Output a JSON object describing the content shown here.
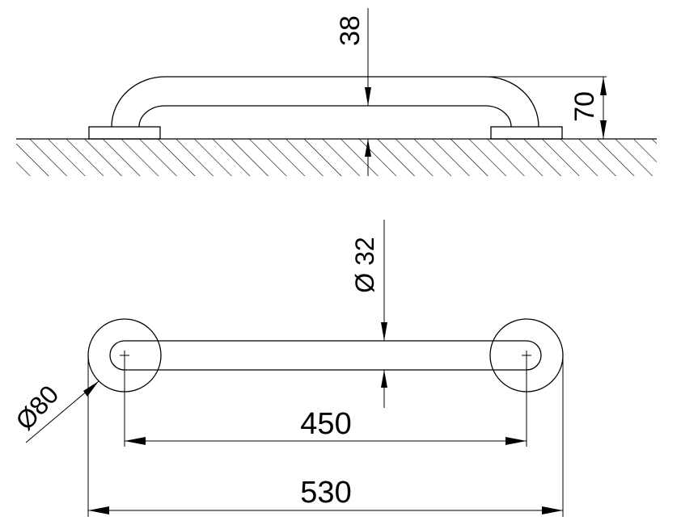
{
  "drawing": {
    "side_view": {
      "dim_diameter_top": "38",
      "dim_height": "70"
    },
    "top_view": {
      "dim_tube_diameter": "Ø 32",
      "dim_flange_diameter": "Ø80",
      "dim_center_distance": "450",
      "dim_overall_length": "530"
    }
  }
}
